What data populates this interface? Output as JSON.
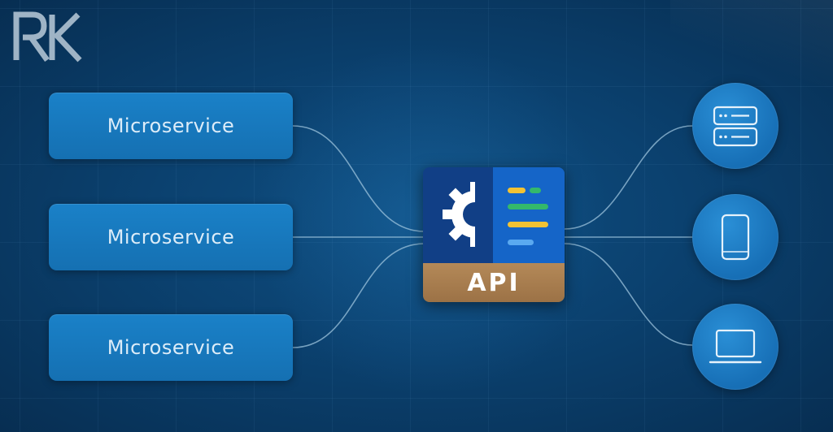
{
  "logo": {
    "text": "RK"
  },
  "microservices": [
    {
      "label": "Microservice"
    },
    {
      "label": "Microservice"
    },
    {
      "label": "Microservice"
    }
  ],
  "api": {
    "label": "API",
    "icon": "gear-icon",
    "bar_colors": [
      "#f2c233",
      "#34b86b",
      "#34b86b",
      "#5aa9f0"
    ]
  },
  "clients": [
    {
      "icon": "server-icon"
    },
    {
      "icon": "mobile-device-icon"
    },
    {
      "icon": "laptop-icon"
    }
  ],
  "colors": {
    "background": "#0b416f",
    "microservice_box": "#1878be",
    "client_circle": "#1b7cc3",
    "api_dark": "#113f86",
    "api_mid": "#1565c8",
    "api_tan": "#a87c4e",
    "connector": "#9cc3dc"
  }
}
